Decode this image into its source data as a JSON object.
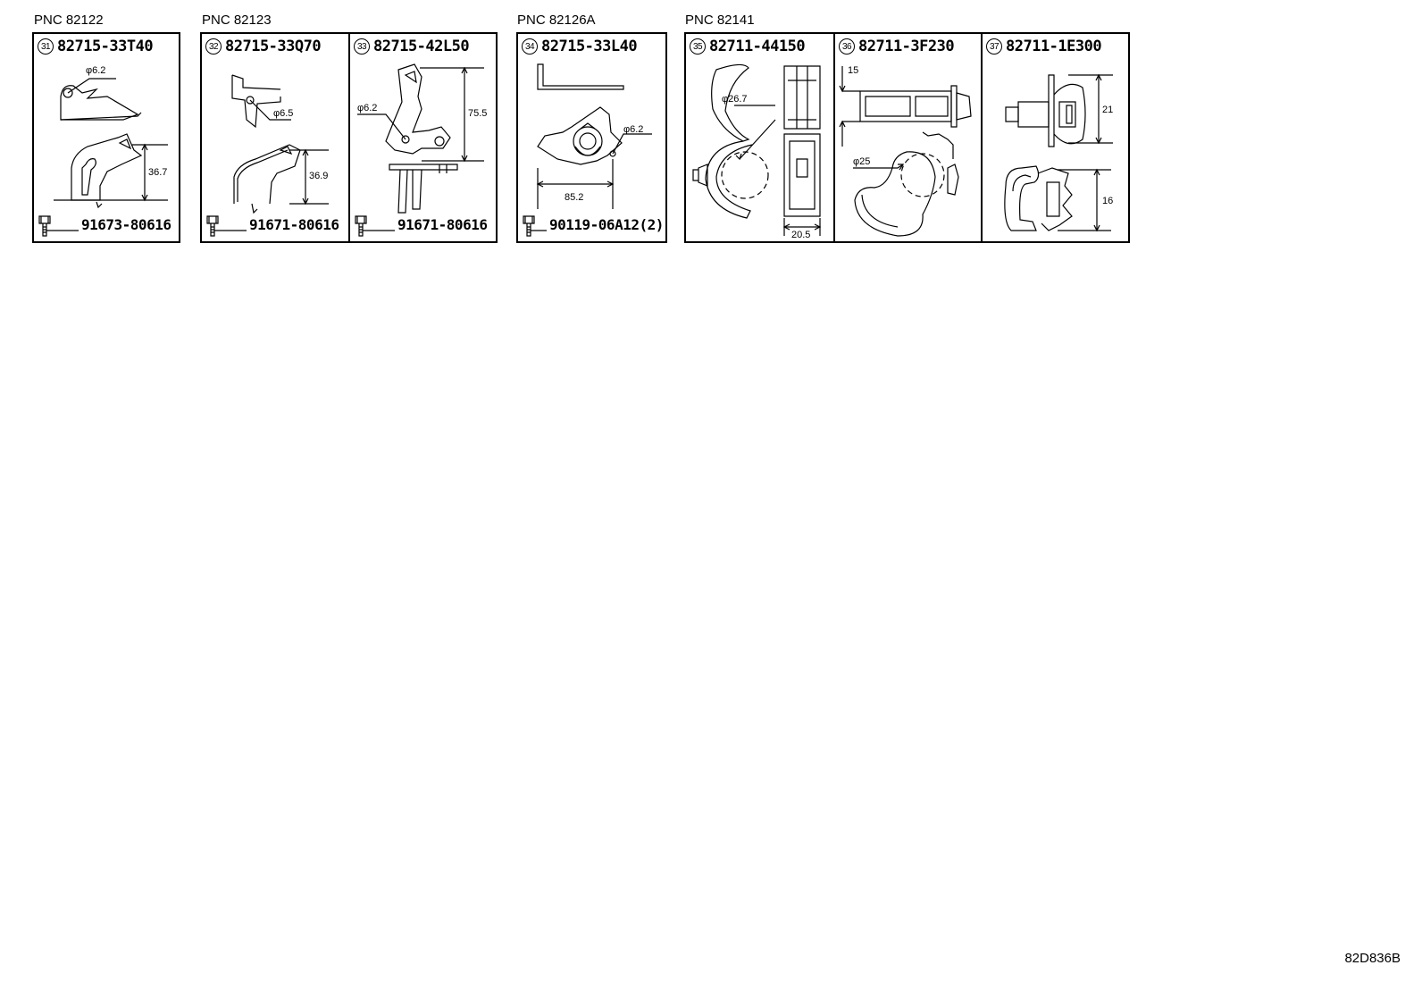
{
  "pnc_labels": [
    "PNC 82122",
    "PNC 82123",
    "PNC 82126A",
    "PNC 82141"
  ],
  "panels": [
    {
      "num": "31",
      "part": "82715-33T40",
      "bolt": "91673-80616",
      "dims": [
        "φ6.2",
        "36.7"
      ]
    },
    {
      "num": "32",
      "part": "82715-33Q70",
      "bolt": "91671-80616",
      "dims": [
        "φ6.5",
        "36.9"
      ]
    },
    {
      "num": "33",
      "part": "82715-42L50",
      "bolt": "91671-80616",
      "dims": [
        "φ6.2",
        "75.5"
      ]
    },
    {
      "num": "34",
      "part": "82715-33L40",
      "bolt": "90119-06A12(2)",
      "dims": [
        "φ6.2",
        "85.2"
      ]
    },
    {
      "num": "35",
      "part": "82711-44150",
      "dims": [
        "φ26.7",
        "20.5"
      ]
    },
    {
      "num": "36",
      "part": "82711-3F230",
      "dims": [
        "15",
        "φ25"
      ]
    },
    {
      "num": "37",
      "part": "82711-1E300",
      "dims": [
        "21",
        "16"
      ]
    }
  ],
  "reference_code": "82D836B"
}
